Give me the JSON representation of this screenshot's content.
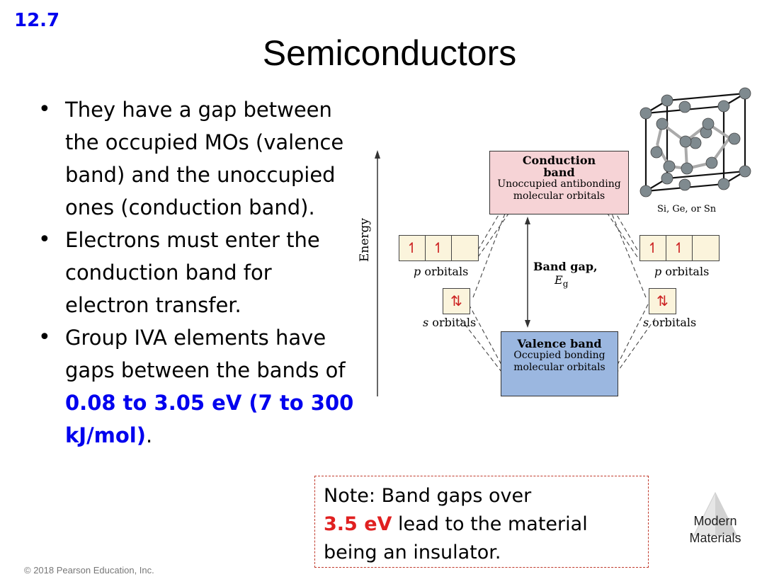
{
  "header": {
    "section": "12.7",
    "title": "Semiconductors"
  },
  "bullets": [
    {
      "text": "They have a gap between the occupied MOs (valence band) and the unoccupied ones (conduction band)."
    },
    {
      "text": "Electrons must enter the conduction band for electron transfer."
    },
    {
      "text_before": "Group IVA elements have gaps between the bands of ",
      "highlight": "0.08 to 3.05 eV (7 to 300 kJ/mol)",
      "text_after": "."
    }
  ],
  "diagram": {
    "axis_label": "Energy",
    "conduction_band": {
      "title_line1": "Conduction",
      "title_line2": "band",
      "desc_line1": "Unoccupied antibonding",
      "desc_line2": "molecular orbitals",
      "color": "#f6d3d6"
    },
    "valence_band": {
      "title": "Valence band",
      "desc_line1": "Occupied bonding",
      "desc_line2": "molecular orbitals",
      "color": "#9bb7e0"
    },
    "band_gap": {
      "label": "Band gap,",
      "symbol": "E",
      "subscript": "g"
    },
    "p_label": "p orbitals",
    "p_suffix": " orbitals",
    "p_letter": "p",
    "s_letter": "s",
    "s_suffix": " orbitals",
    "electron_up": "↿",
    "electron_pair": "⇅",
    "crystal_label": "Si, Ge, or Sn"
  },
  "note": {
    "line1": "Note: Band gaps over",
    "highlight": "3.5 eV",
    "line2_rest": " lead to the material",
    "line3": "being an insulator."
  },
  "badge": {
    "line1": "Modern",
    "line2": "Materials"
  },
  "footer": {
    "copyright": "© 2018 Pearson Education, Inc."
  }
}
